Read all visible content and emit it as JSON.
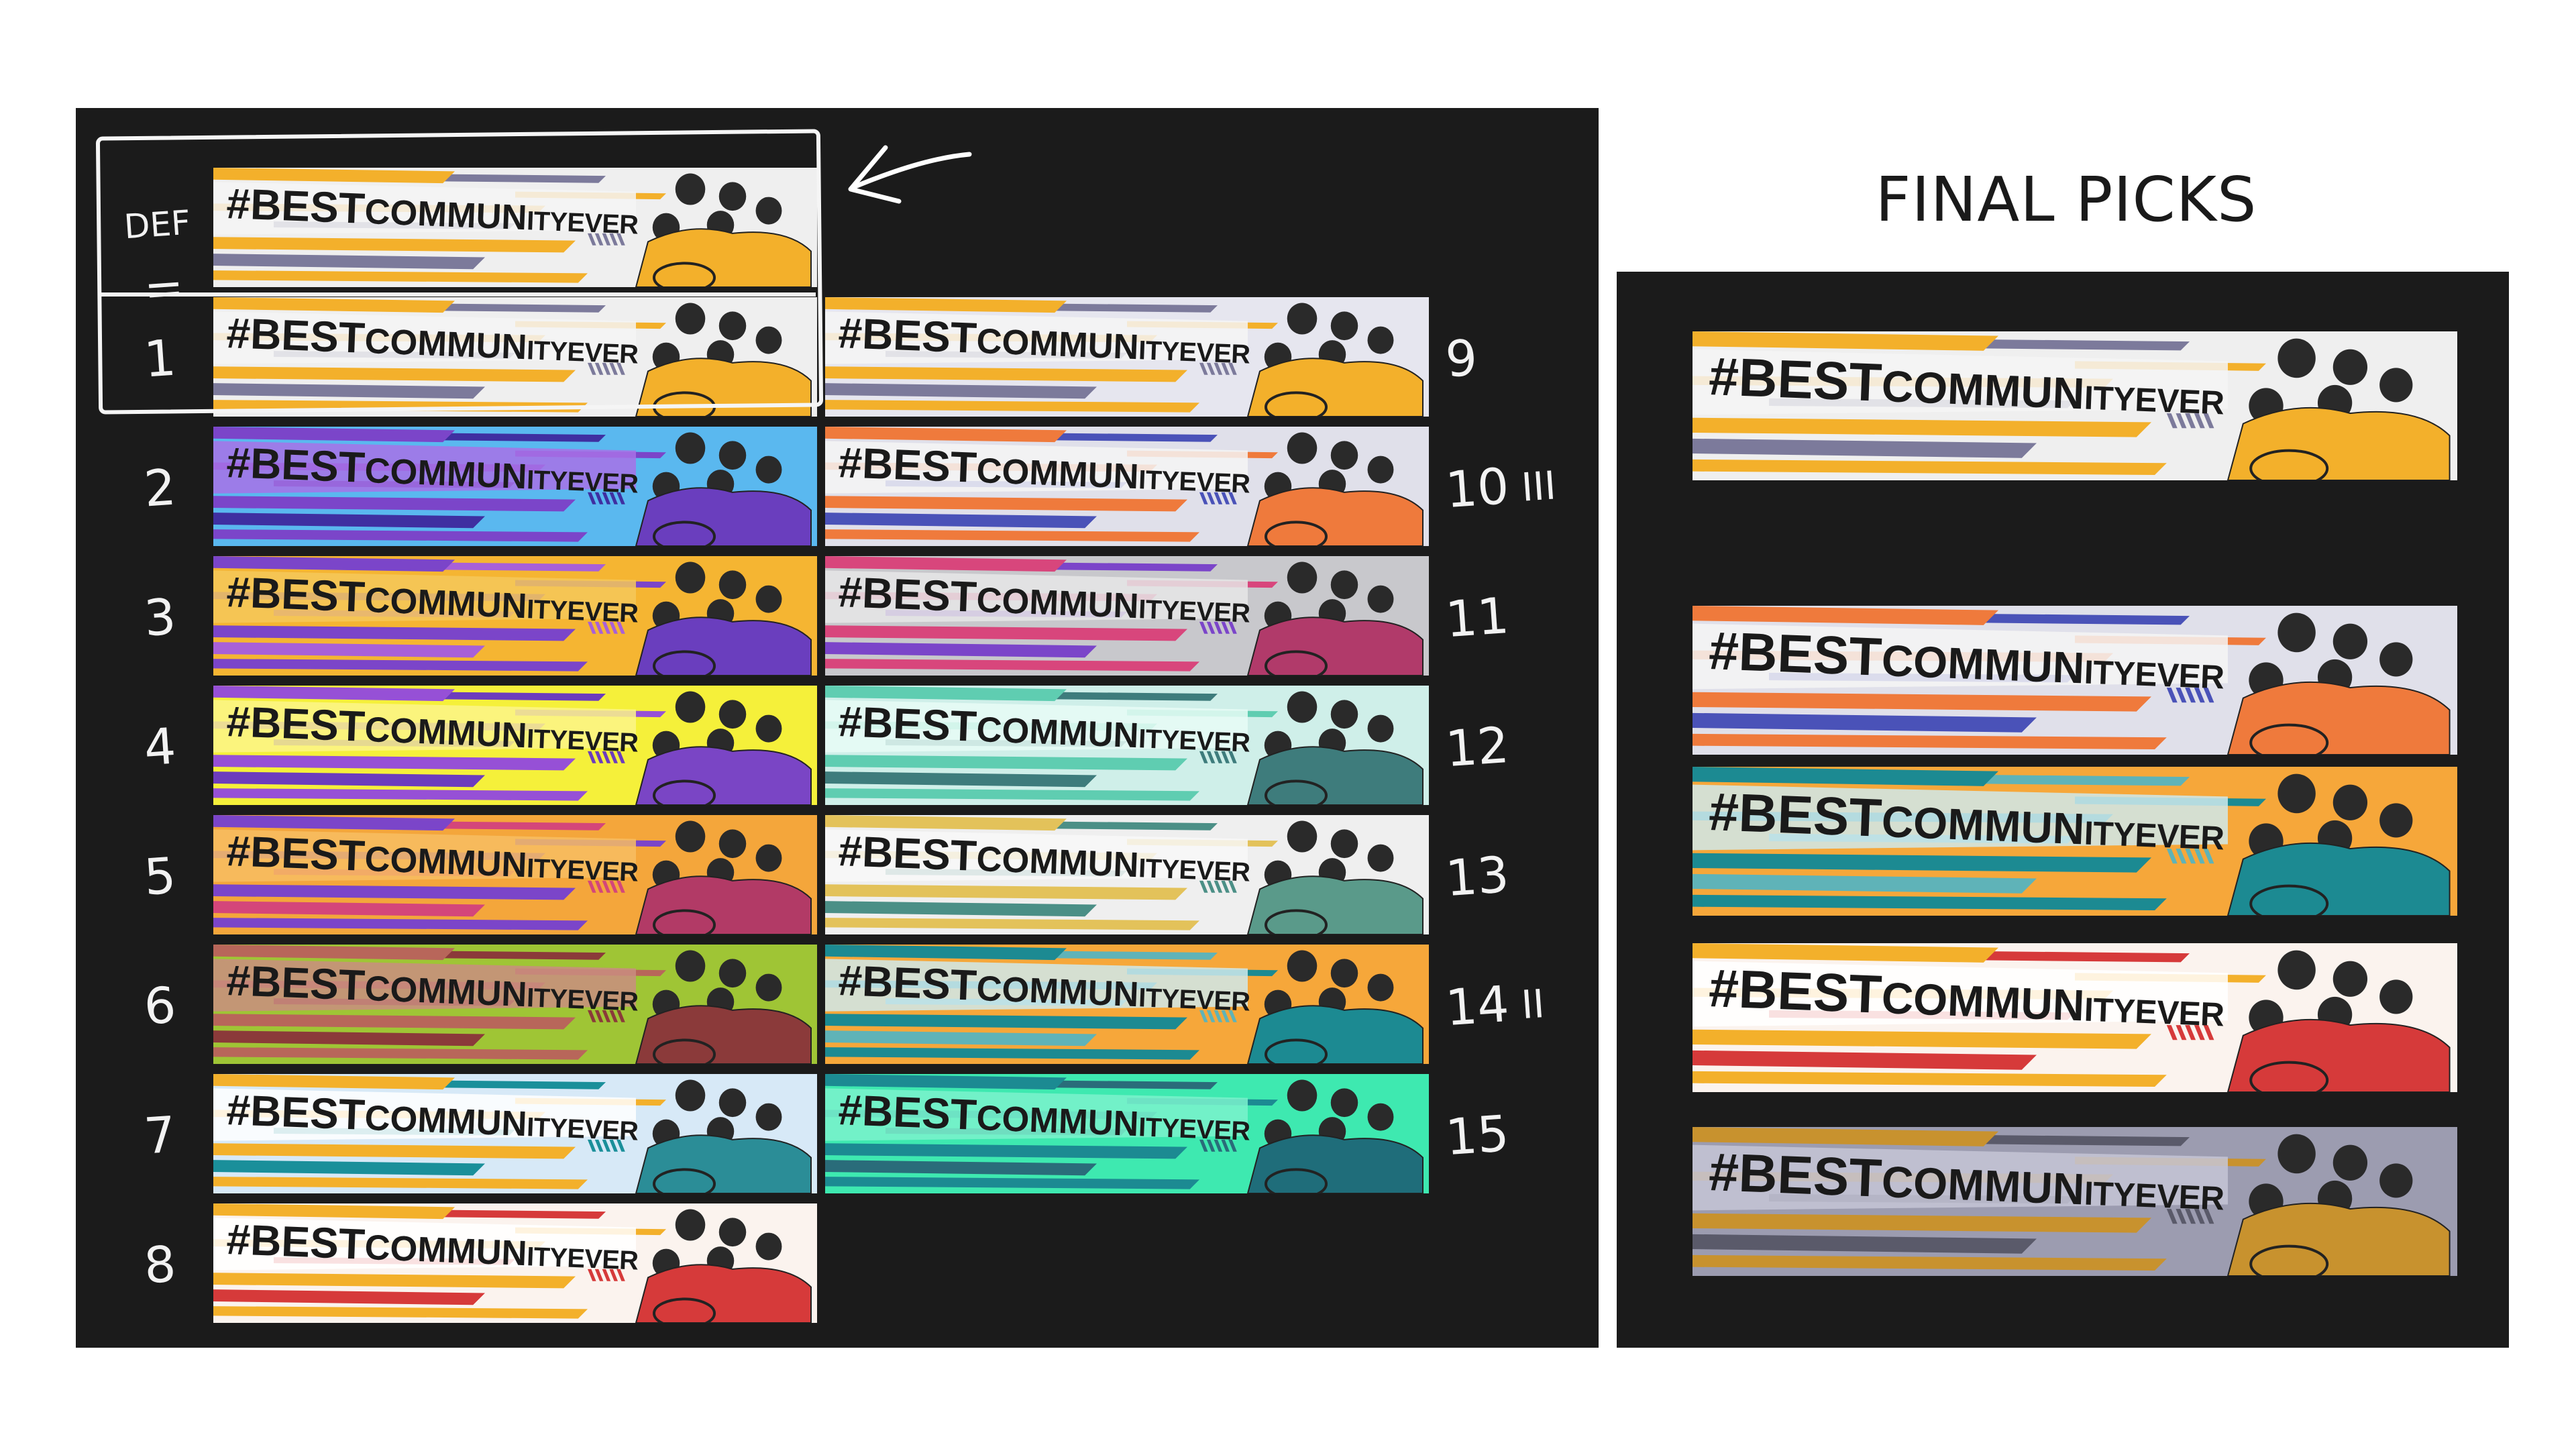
{
  "final_title": "FINAL PICKS",
  "hashtag": {
    "prefix": "#BEST",
    "mid": "COMMUN",
    "suffix": "ITYEVER",
    "full": "#BESTCOMMUNITYEVER"
  },
  "handwritten": {
    "def": "DEF",
    "equals": "="
  },
  "variants_left": [
    {
      "label": "",
      "bg": "#efefef",
      "a": "#f3b02b",
      "b": "#7c7a9b",
      "c": "#f5f5f5",
      "people": "#f3b02b",
      "ink": "#1a1a1a"
    },
    {
      "label": "1",
      "bg": "#efefef",
      "a": "#f3b02b",
      "b": "#7c7a9b",
      "c": "#f5f5f5",
      "people": "#f3b02b",
      "ink": "#1a1a1a"
    },
    {
      "label": "2",
      "bg": "#5ab8ef",
      "a": "#7b45c9",
      "b": "#3f2fa1",
      "c": "#a871e6",
      "people": "#6a3ebe",
      "ink": "#1a1a1a"
    },
    {
      "label": "3",
      "bg": "#f5b532",
      "a": "#7b45c9",
      "b": "#a860d8",
      "c": "#f5c85a",
      "people": "#6a3ebe",
      "ink": "#1a1a1a"
    },
    {
      "label": "4",
      "bg": "#f5f03a",
      "a": "#9650d6",
      "b": "#6c3cbd",
      "c": "#fbf58a",
      "people": "#7a45c5",
      "ink": "#1a1a1a"
    },
    {
      "label": "5",
      "bg": "#f4a63b",
      "a": "#7b45c9",
      "b": "#d4467a",
      "c": "#f7bd63",
      "people": "#b23a66",
      "ink": "#1a1a1a"
    },
    {
      "label": "6",
      "bg": "#9fc535",
      "a": "#b8665a",
      "b": "#8b3a3a",
      "c": "#c98d80",
      "people": "#8b3a3a",
      "ink": "#1a1a1a"
    },
    {
      "label": "7",
      "bg": "#d7e9f7",
      "a": "#f3b02b",
      "b": "#1a8f9a",
      "c": "#ffffff",
      "people": "#2b8d97",
      "ink": "#1a1a1a"
    },
    {
      "label": "8",
      "bg": "#fbf3ee",
      "a": "#f3b02b",
      "b": "#d63a3a",
      "c": "#ffffff",
      "people": "#d63a3a",
      "ink": "#1a1a1a"
    }
  ],
  "variants_mid": [
    {
      "label": "9",
      "bg": "#e6e6ef",
      "a": "#f3b02b",
      "b": "#7c7a9b",
      "c": "#f5f5f5",
      "people": "#f3b02b",
      "ink": "#1a1a1a"
    },
    {
      "label": "10",
      "bg": "#e0e0ea",
      "a": "#ef7a3c",
      "b": "#4a52b8",
      "c": "#f5f5f5",
      "people": "#ef7a3c",
      "ink": "#1a1a1a"
    },
    {
      "label": "11",
      "bg": "#c8c8cc",
      "a": "#d8467c",
      "b": "#7b45c9",
      "c": "#e6e6e6",
      "people": "#b13a6a",
      "ink": "#1a1a1a"
    },
    {
      "label": "12",
      "bg": "#cfefe9",
      "a": "#5fcdb1",
      "b": "#3e7c7c",
      "c": "#e8fbf6",
      "people": "#3e7c7c",
      "ink": "#1a1a1a"
    },
    {
      "label": "13",
      "bg": "#efefef",
      "a": "#e3c25a",
      "b": "#4b8f86",
      "c": "#f8f8f8",
      "people": "#5a9a8a",
      "ink": "#1a1a1a"
    },
    {
      "label": "14",
      "bg": "#f6a73a",
      "a": "#1c8a92",
      "b": "#5fb3b8",
      "c": "#cfe9ec",
      "people": "#1c8a92",
      "ink": "#1a1a1a"
    },
    {
      "label": "15",
      "bg": "#3ee9b0",
      "a": "#1c8a92",
      "b": "#2a6c7a",
      "c": "#7bf2cc",
      "people": "#1f6d7a",
      "ink": "#1a1a1a"
    }
  ],
  "label_marks": {
    "10": "III",
    "14": "II"
  },
  "variants_final": [
    {
      "bg": "#efefef",
      "a": "#f3b02b",
      "b": "#7c7a9b",
      "c": "#f5f5f5",
      "people": "#f3b02b",
      "ink": "#1a1a1a"
    },
    {
      "bg": "#e0e0ea",
      "a": "#ef7a3c",
      "b": "#4a52b8",
      "c": "#f5f5f5",
      "people": "#ef7a3c",
      "ink": "#1a1a1a"
    },
    {
      "bg": "#f6a73a",
      "a": "#1c8a92",
      "b": "#5fb3b8",
      "c": "#cfe9ec",
      "people": "#1c8a92",
      "ink": "#1a1a1a"
    },
    {
      "bg": "#fbf3ee",
      "a": "#f3b02b",
      "b": "#d63a3a",
      "c": "#ffffff",
      "people": "#d63a3a",
      "ink": "#1a1a1a"
    },
    {
      "bg": "#9c9cb0",
      "a": "#c8922e",
      "b": "#5a5a6a",
      "c": "#c6c6d6",
      "people": "#c8922e",
      "ink": "#1a1a1a"
    }
  ]
}
